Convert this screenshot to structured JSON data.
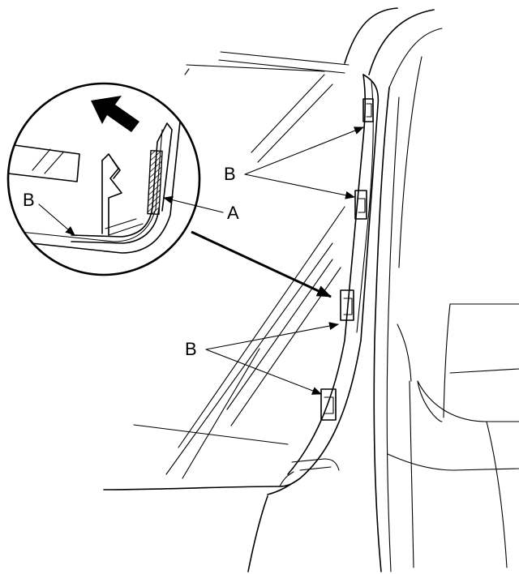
{
  "labels": {
    "a": "A",
    "b_upper": "B",
    "b_lower": "B",
    "b_inset": "B"
  },
  "colors": {
    "line": "#000000",
    "background": "#ffffff"
  },
  "icons": {
    "removal_direction": "arrow-up-left-icon"
  }
}
